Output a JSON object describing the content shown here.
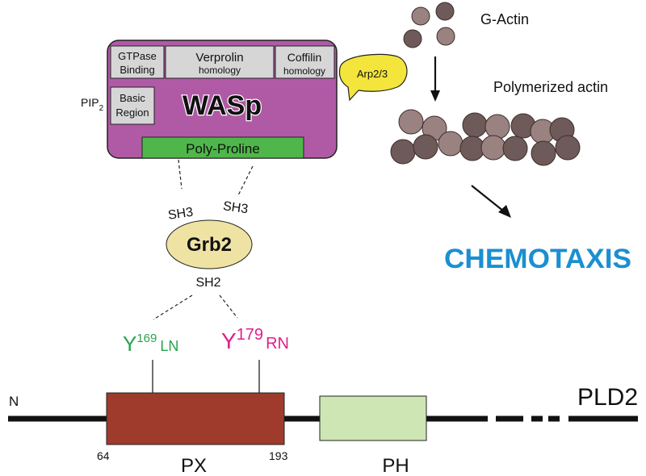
{
  "wasp": {
    "title": "WASp",
    "domains": {
      "gtpase_line1": "GTPase",
      "gtpase_line2": "Binding",
      "verprolin_line1": "Verprolin",
      "verprolin_line2": "homology",
      "coffilin_line1": "Coffilin",
      "coffilin_line2": "homology",
      "basic_line1": "Basic",
      "basic_line2": "Region",
      "polyproline": "Poly-Proline"
    },
    "pip2_main": "PIP",
    "pip2_sub": "2",
    "arp": "Arp2/3",
    "colors": {
      "body": "#b05aa6",
      "domain": "#d6d6d6",
      "polyproline": "#4fb74a",
      "arp": "#f3e53c"
    }
  },
  "actin": {
    "g_actin_label": "G-Actin",
    "polymerized_label": "Polymerized actin",
    "colors": {
      "light": "#9a8280",
      "dark": "#6e5a58"
    }
  },
  "chemotaxis": {
    "label": "CHEMOTAXIS",
    "color": "#1b8fd1"
  },
  "grb2": {
    "label": "Grb2",
    "sh3_left": "SH3",
    "sh3_right": "SH3",
    "sh2": "SH2",
    "color": "#efe3a4"
  },
  "motifs": {
    "y169": {
      "letter": "Y",
      "number": "169",
      "suffix": "LN",
      "color": "#27a34a"
    },
    "y179": {
      "letter": "Y",
      "number": "179",
      "suffix": "RN",
      "color": "#e0208a"
    }
  },
  "pld2": {
    "name": "PLD2",
    "n_terminus": "N",
    "px": {
      "label": "PX",
      "start": "64",
      "end": "193",
      "color": "#9e3b2c"
    },
    "ph": {
      "label": "PH",
      "color": "#cde6b4"
    }
  }
}
